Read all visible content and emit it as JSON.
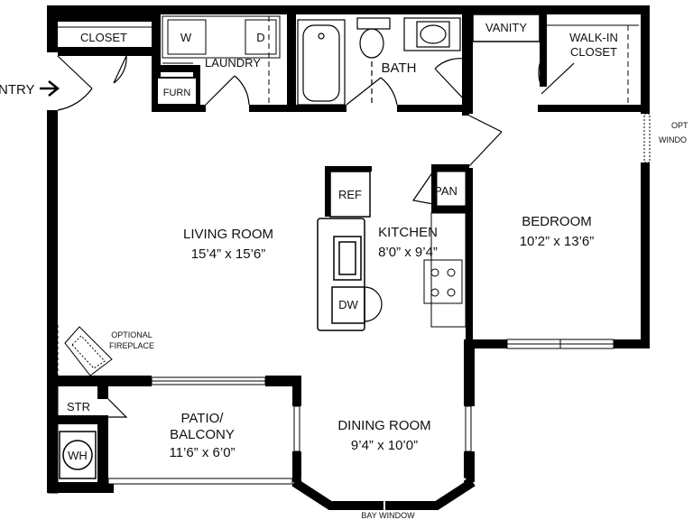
{
  "rooms": {
    "living": {
      "name": "LIVING ROOM",
      "size": "15’4” x 15’6”"
    },
    "kitchen": {
      "name": "KITCHEN",
      "size": "8’0” x 9’4”"
    },
    "bedroom": {
      "name": "BEDROOM",
      "size": "10’2” x 13’6”"
    },
    "dining": {
      "name": "DINING ROOM",
      "size": "9’4” x 10’0”"
    },
    "patio": {
      "name_line1": "PATIO/",
      "name_line2": "BALCONY",
      "size": "11’6” x 6’0”"
    },
    "bath": {
      "name": "BATH"
    },
    "laundry": {
      "name": "LAUNDRY"
    },
    "closet": {
      "name": "CLOSET"
    },
    "walkin": {
      "line1": "WALK-IN",
      "line2": "CLOSET"
    }
  },
  "fixtures": {
    "washer": "W",
    "dryer": "D",
    "furnace": "FURN",
    "vanity": "VANITY",
    "fridge": "REF",
    "pantry": "PAN",
    "dishwasher": "DW",
    "storage": "STR",
    "water_heater": "WH"
  },
  "annotations": {
    "entry": "NTRY",
    "fireplace_line1": "OPTIONAL",
    "fireplace_line2": "FIREPLACE",
    "bay_window": "BAY WINDOW",
    "opt_window_line1": "OPT",
    "opt_window_line2": "WINDO"
  }
}
